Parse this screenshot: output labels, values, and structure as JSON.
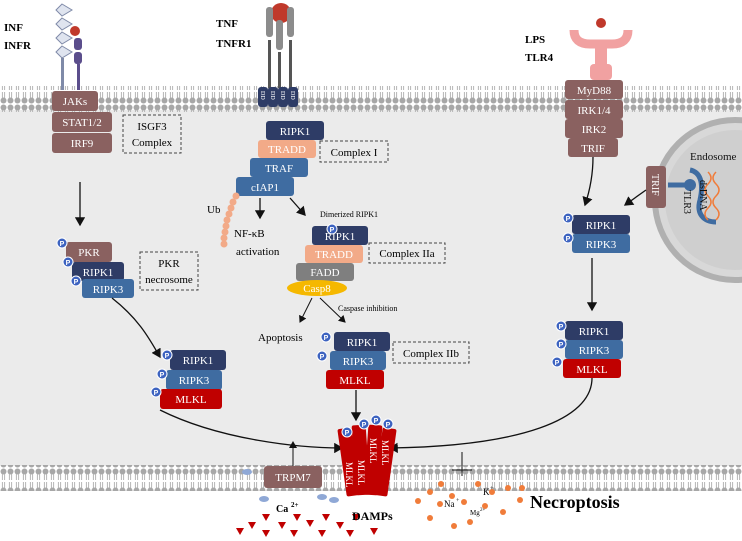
{
  "receptors": {
    "inf_line1": "INF",
    "inf_line2": "INFR",
    "tnf_line1": "TNF",
    "tnf_line2": "TNFR1",
    "lps_line1": "LPS",
    "lps_line2": "TLR4",
    "dd": "DD"
  },
  "inf_pathway": {
    "jaks": "JAKs",
    "stat": "STAT1/2",
    "irf9": "IRF9",
    "isgf3_line1": "ISGF3",
    "isgf3_line2": "Complex",
    "pkr": "PKR",
    "ripk1": "RIPK1",
    "ripk3": "RIPK3",
    "pkr_necrosome_line1": "PKR",
    "pkr_necrosome_line2": "necrosome"
  },
  "tnf_pathway": {
    "ripk1": "RIPK1",
    "tradd": "TRADD",
    "traf": "TRAF",
    "ciap1": "cIAP1",
    "complex1": "Complex I",
    "ub": "Ub",
    "nfkb_line1": "NF-κB",
    "nfkb_line2": "activation",
    "dimerized": "Dimerized  RIPK1",
    "iia_ripk1": "RIPK1",
    "iia_tradd": "TRADD",
    "fadd": "FADD",
    "casp8": "Casp8",
    "complex2a": "Complex IIa",
    "caspase_inhibition": "Caspase inhibition",
    "apoptosis": "Apoptosis",
    "iib_ripk1": "RIPK1",
    "iib_ripk3": "RIPK3",
    "iib_mlkl": "MLKL",
    "complex2b": "Complex IIb"
  },
  "tlr_pathway": {
    "myd88": "MyD88",
    "irk14": "IRK1/4",
    "irk2": "IRK2",
    "trif": "TRIF",
    "endosome": "Endosome",
    "trif_side": "TRIF",
    "tlr3": "TLR3",
    "dsdna": "dsDNA",
    "ripk1": "RIPK1",
    "ripk3": "RIPK3",
    "low_ripk1": "RIPK1",
    "low_ripk3": "RIPK3",
    "low_mlkl": "MLKL"
  },
  "necrosome_left": {
    "ripk1": "RIPK1",
    "ripk3": "RIPK3",
    "mlkl": "MLKL"
  },
  "membrane": {
    "mlkl": "MLKL",
    "p": "P",
    "trpm7": "TRPM7",
    "ca": "Ca",
    "ca_sup": "2+",
    "damps": "DAMPs",
    "na": "Na",
    "na_sup": "+",
    "k": "K",
    "k_sup": "+",
    "mg": "Mg",
    "mg_sup": "2+",
    "necroptosis": "Necroptosis"
  },
  "colors": {
    "ripk1": "#2e3c66",
    "ripk3": "#3f6ca1",
    "mlkl": "#c00000",
    "brown": "#8a6160",
    "salmon": "#f2aa88",
    "casp8": "#f5b800",
    "phospho": "#3d63c0",
    "membrane": "#bfbfbf",
    "cytosol": "#ebebeb"
  }
}
